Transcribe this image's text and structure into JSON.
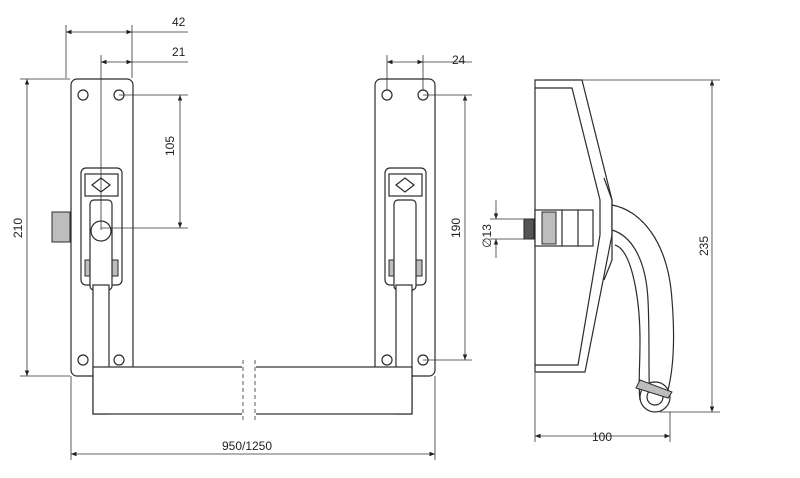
{
  "dimensions": {
    "plate_offset_width": "42",
    "handle_offset": "21",
    "right_plate_offset": "24",
    "plate_height": "210",
    "half_height": "105",
    "hole_spacing": "190",
    "spindle_diameter": "∅13",
    "overall_width": "950/1250",
    "side_depth": "100",
    "overall_height": "235"
  },
  "colors": {
    "line": "#2b2b2b",
    "background": "#ffffff"
  }
}
